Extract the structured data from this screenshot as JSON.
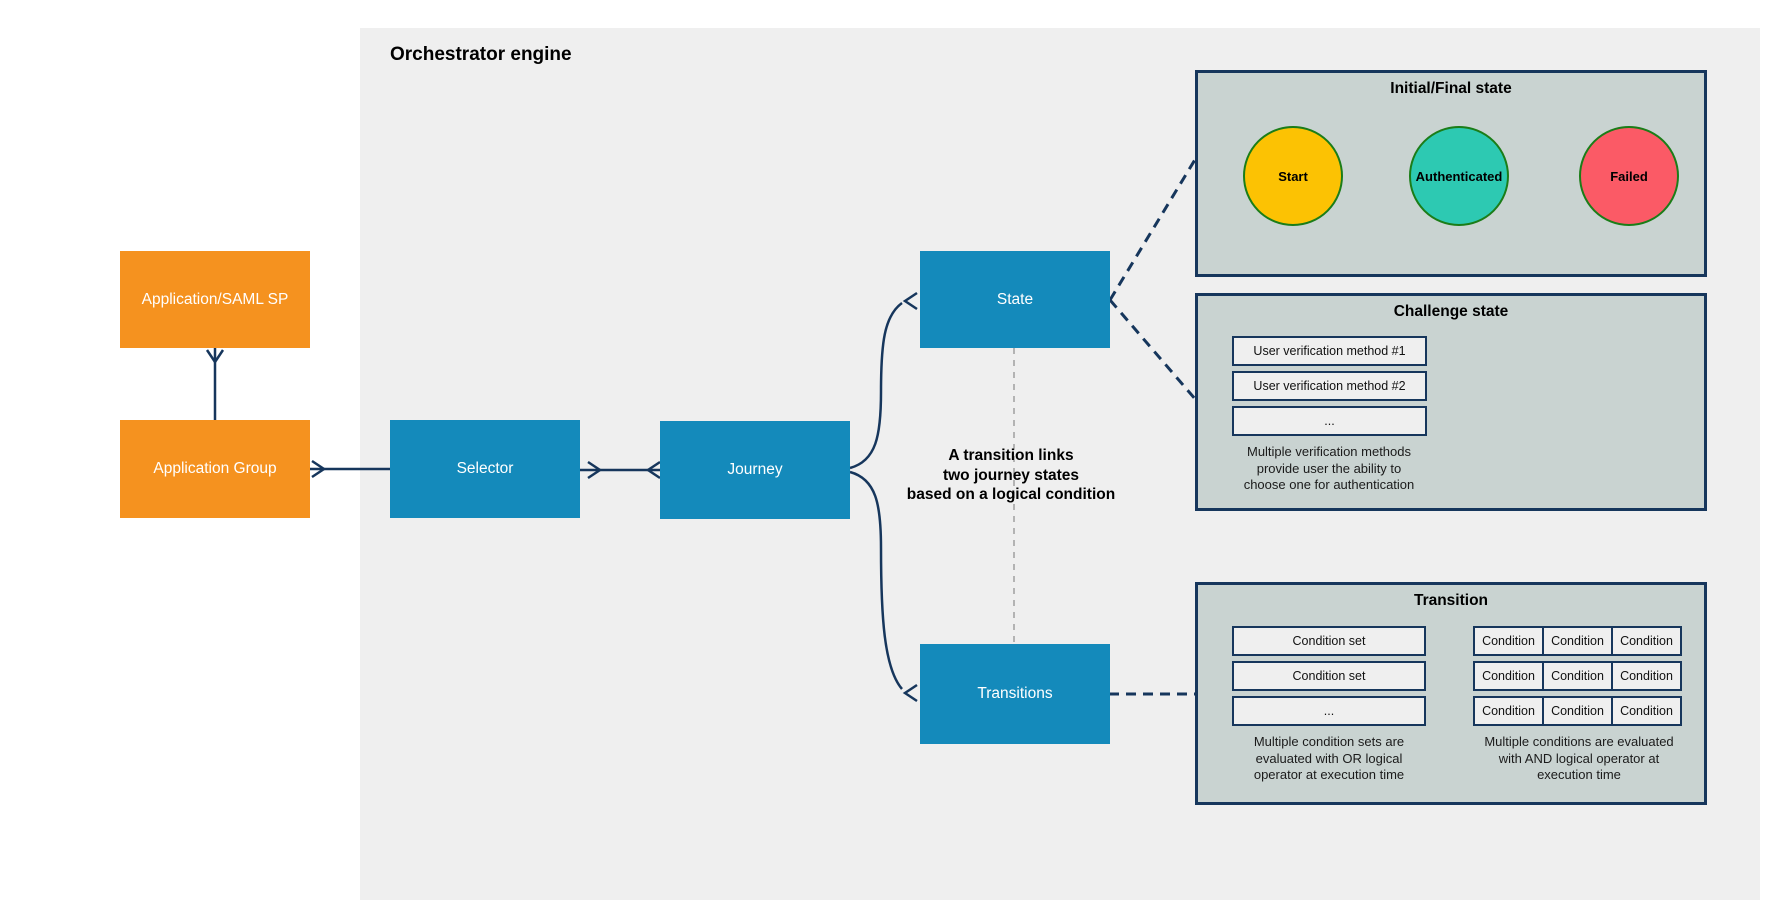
{
  "title": "Orchestrator engine",
  "colors": {
    "engine_background": "#EFEFEF",
    "panel_fill": "#C9D3D1",
    "outline_navy": "#16365C",
    "node_blue": "#148ABB",
    "node_orange": "#F5921F",
    "circle_border_green": "#1B7D18",
    "dashed_gray": "#B3B3B3"
  },
  "nodes": {
    "app_sp": "Application/SAML SP",
    "app_group": "Application Group",
    "selector": "Selector",
    "journey": "Journey",
    "state": "State",
    "transitions": "Transitions"
  },
  "note": "A transition links\ntwo journey states\nbased on a logical condition",
  "panels": {
    "initial_final": {
      "title": "Initial/Final state",
      "states": [
        {
          "label": "Start",
          "fill": "#FCC203"
        },
        {
          "label": "Authenticated",
          "fill": "#2DC9B2"
        },
        {
          "label": "Failed",
          "fill": "#FB5A66"
        }
      ]
    },
    "challenge": {
      "title": "Challenge state",
      "methods": [
        "User verification method #1",
        "User verification method #2",
        "..."
      ],
      "caption": "Multiple verification methods\nprovide user the ability to\nchoose one for authentication"
    },
    "transition": {
      "title": "Transition",
      "condition_sets": [
        "Condition set",
        "Condition set",
        "..."
      ],
      "condition_grid": [
        [
          "Condition",
          "Condition",
          "Condition"
        ],
        [
          "Condition",
          "Condition",
          "Condition"
        ],
        [
          "Condition",
          "Condition",
          "Condition"
        ]
      ],
      "left_caption": "Multiple condition sets are\nevaluated with OR logical\noperator at execution time",
      "right_caption": "Multiple conditions are evaluated\nwith AND logical operator at\nexecution time"
    }
  }
}
